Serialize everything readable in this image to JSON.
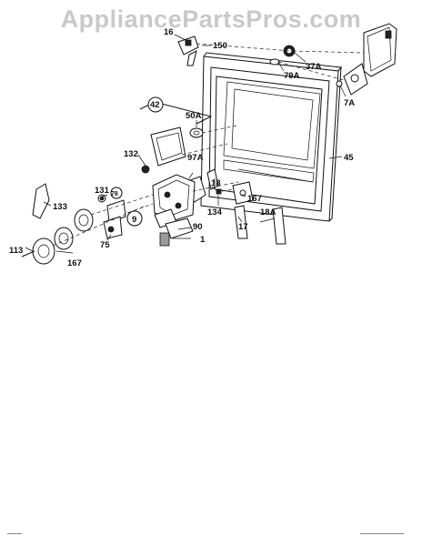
{
  "watermark": "AppliancePartsPros.com",
  "callouts": [
    {
      "id": "c16",
      "text": "16"
    },
    {
      "id": "c150",
      "text": "150"
    },
    {
      "id": "c37a",
      "text": "37A"
    },
    {
      "id": "c79a",
      "text": "79A"
    },
    {
      "id": "c7a",
      "text": "7A"
    },
    {
      "id": "c42",
      "text": "42"
    },
    {
      "id": "c50a",
      "text": "50A"
    },
    {
      "id": "c45",
      "text": "45"
    },
    {
      "id": "c132",
      "text": "132"
    },
    {
      "id": "c97a",
      "text": "97A"
    },
    {
      "id": "c18",
      "text": "18"
    },
    {
      "id": "c167a",
      "text": "167"
    },
    {
      "id": "c131",
      "text": "131"
    },
    {
      "id": "c78",
      "text": "78"
    },
    {
      "id": "c133",
      "text": "133"
    },
    {
      "id": "c9",
      "text": "9"
    },
    {
      "id": "c134",
      "text": "134"
    },
    {
      "id": "c18a",
      "text": "18A"
    },
    {
      "id": "c17",
      "text": "17"
    },
    {
      "id": "c90",
      "text": "90"
    },
    {
      "id": "c75",
      "text": "75"
    },
    {
      "id": "c1",
      "text": "1"
    },
    {
      "id": "c113",
      "text": "113"
    },
    {
      "id": "c167b",
      "text": "167"
    }
  ]
}
